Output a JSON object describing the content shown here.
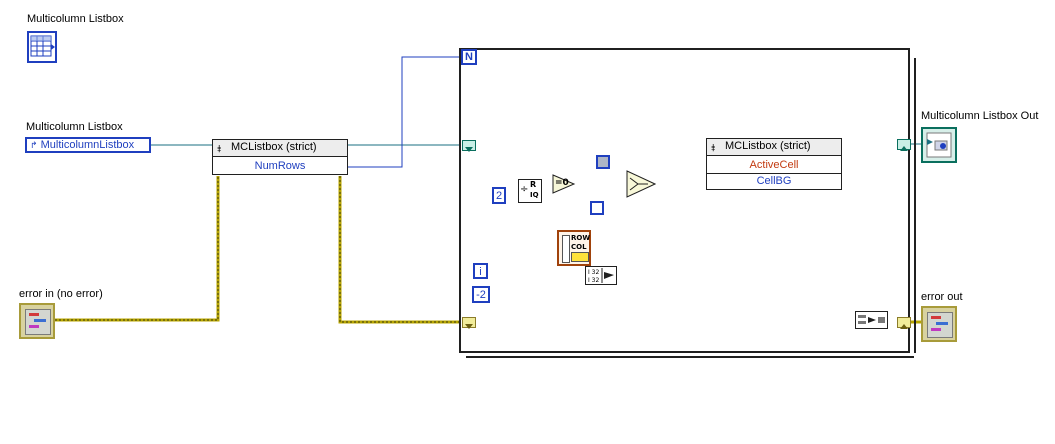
{
  "labels": {
    "mc_listbox_icon": "Multicolumn Listbox",
    "mc_listbox_ref": "Multicolumn Listbox",
    "mc_listbox_ref_value": "MulticolumnListbox",
    "error_in": "error in (no error)",
    "mc_listbox_out": "Multicolumn Listbox Out",
    "error_out": "error out"
  },
  "property_node_1": {
    "title": "MCListbox (strict)",
    "props": [
      "NumRows"
    ]
  },
  "property_node_2": {
    "title": "MCListbox (strict)",
    "props": [
      "ActiveCell",
      "CellBG"
    ]
  },
  "loop": {
    "count_terminal": "N",
    "iteration_terminal": "i"
  },
  "constants": {
    "divisor": "2",
    "neg": "-2"
  },
  "nodes": {
    "quotient_top": "R",
    "quotient_bottom": "IQ",
    "equal_zero": "=0",
    "cluster_row": "ROW",
    "cluster_col": "COL"
  },
  "colors": {
    "refnum_wire": "#1f3fbf",
    "numeric_wire": "#1f3fbf",
    "error_wire": "#b8a600",
    "cluster_wire": "#a0420b",
    "tunnel": "#0a6f5e"
  },
  "icons": [
    "listbox-icon",
    "error-cluster-icon",
    "refnum-icon",
    "select-icon",
    "bundle-icon",
    "merge-errors-icon"
  ]
}
